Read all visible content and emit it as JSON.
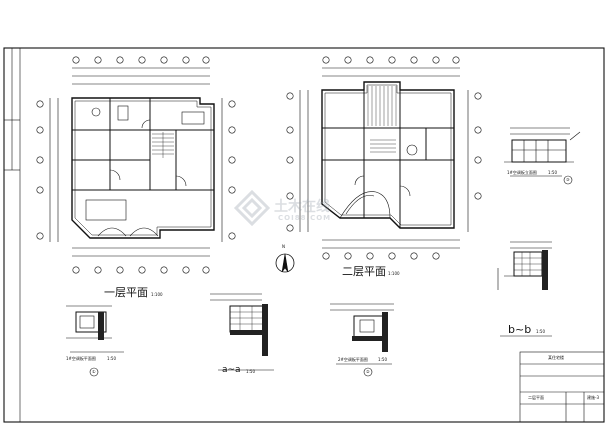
{
  "plans": {
    "first_floor": {
      "title": "一层平面",
      "scale": "1:100"
    },
    "second_floor": {
      "title": "二层平面",
      "scale": "1:100"
    }
  },
  "details": {
    "ac_elevation": {
      "title": "1#空调板立面图",
      "scale": "1:50",
      "number": "③"
    },
    "ac_plan_1": {
      "title": "1#空调板平面图",
      "scale": "1:50",
      "number": "①"
    },
    "ac_plan_2": {
      "title": "2#空调板平面图",
      "scale": "1:50",
      "number": "②"
    },
    "section_aa": {
      "title": "a~a",
      "scale": "1:50"
    },
    "section_bb": {
      "title": "b~b",
      "scale": "1:50"
    }
  },
  "title_block": {
    "project": "某住宅楼",
    "drawing_name": "二层平面",
    "sheet_no": "建施-3"
  },
  "watermark": {
    "text": "土木在线",
    "sub": "COI88.COM"
  },
  "north_arrow": {
    "label": "N"
  },
  "colors": {
    "line": "#111111",
    "watermark": "#9aa3ad"
  }
}
